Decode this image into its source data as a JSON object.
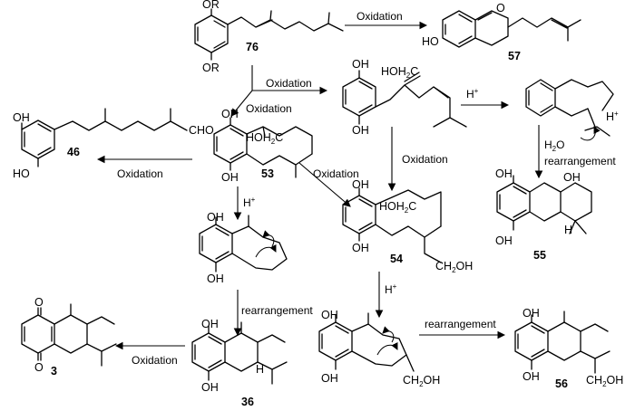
{
  "reagents": {
    "oxidation": "Oxidation",
    "h_plus": "H",
    "plus_sign": "+",
    "h2o": "H",
    "h2o_sub": "2",
    "h2o_o": "O",
    "rearrangement": "rearrangement"
  },
  "compounds": {
    "c76": "76",
    "c57": "57",
    "c46": "46",
    "c53": "53",
    "c54": "54",
    "c55": "55",
    "c56": "56",
    "c36": "36",
    "c3": "3"
  },
  "atoms": {
    "or": "OR",
    "ho": "HO",
    "oh": "OH",
    "o": "O",
    "h": "H",
    "cho": "CHO",
    "hoh2c": "HOH",
    "c": "C",
    "two": "2",
    "ch2oh_ch": "CH",
    "ch2oh_oh": "OH"
  }
}
